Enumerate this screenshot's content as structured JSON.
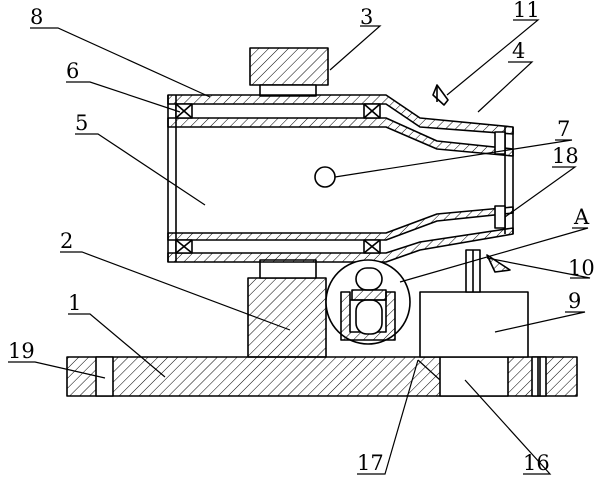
{
  "labels": {
    "l1": "1",
    "l2": "2",
    "l3": "3",
    "l4": "4",
    "l5": "5",
    "l6": "6",
    "l7": "7",
    "l8": "8",
    "l9": "9",
    "l10": "10",
    "l11": "11",
    "lA": "A",
    "l16": "16",
    "l17": "17",
    "l18": "18",
    "l19": "19"
  }
}
